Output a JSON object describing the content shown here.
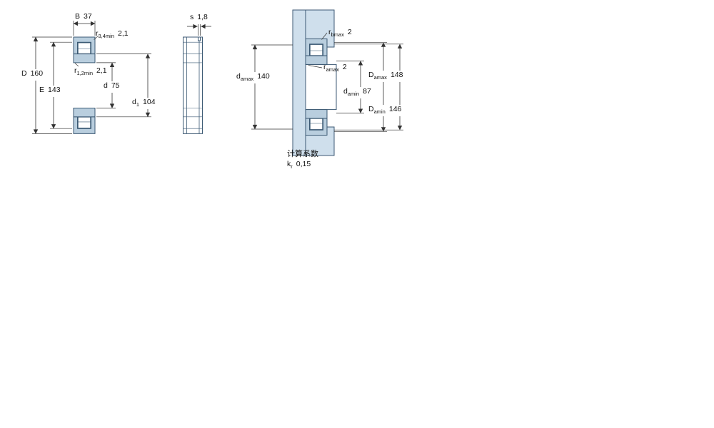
{
  "diagram": {
    "labels": {
      "B": {
        "base": "B",
        "sub": "",
        "value": "37"
      },
      "r34": {
        "base": "r",
        "sub": "3,4min",
        "value": "2,1"
      },
      "D": {
        "base": "D",
        "sub": "",
        "value": "160"
      },
      "E": {
        "base": "E",
        "sub": "",
        "value": "143"
      },
      "r12": {
        "base": "r",
        "sub": "1,2min",
        "value": "2,1"
      },
      "d": {
        "base": "d",
        "sub": "",
        "value": "75"
      },
      "d1": {
        "base": "d",
        "sub": "1",
        "value": "104"
      },
      "s": {
        "base": "s",
        "sub": "",
        "value": "1,8"
      },
      "rb": {
        "base": "r",
        "sub": "bmax",
        "value": "2"
      },
      "damax": {
        "base": "d",
        "sub": "amax",
        "value": "140"
      },
      "ra": {
        "base": "r",
        "sub": "amax",
        "value": "2"
      },
      "damin": {
        "base": "d",
        "sub": "amin",
        "value": "87"
      },
      "Damax": {
        "base": "D",
        "sub": "amax",
        "value": "148"
      },
      "Damin": {
        "base": "D",
        "sub": "amin",
        "value": "146"
      },
      "kr": {
        "base": "k",
        "sub": "r",
        "value": "0,15"
      }
    },
    "calc_section_title": "计算系数",
    "colors": {
      "ring_fill": "#b9cede",
      "housing_fill": "#cfdfec",
      "outline": "#3c5a74",
      "dim_line": "#333333"
    }
  }
}
